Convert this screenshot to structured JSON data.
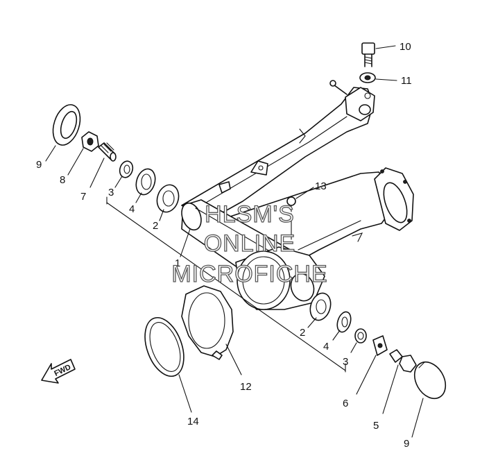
{
  "diagram": {
    "callouts": [
      {
        "id": "c10",
        "label": "10"
      },
      {
        "id": "c11",
        "label": "11"
      },
      {
        "id": "c13",
        "label": "13"
      },
      {
        "id": "c9a",
        "label": "9"
      },
      {
        "id": "c8",
        "label": "8"
      },
      {
        "id": "c7",
        "label": "7"
      },
      {
        "id": "c3a",
        "label": "3"
      },
      {
        "id": "c4a",
        "label": "4"
      },
      {
        "id": "c2a",
        "label": "2"
      },
      {
        "id": "c1",
        "label": "1"
      },
      {
        "id": "c2b",
        "label": "2"
      },
      {
        "id": "c4b",
        "label": "4"
      },
      {
        "id": "c3b",
        "label": "3"
      },
      {
        "id": "c6",
        "label": "6"
      },
      {
        "id": "c5",
        "label": "5"
      },
      {
        "id": "c9b",
        "label": "9"
      },
      {
        "id": "c12",
        "label": "12"
      },
      {
        "id": "c14",
        "label": "14"
      }
    ],
    "fwd_label": "FWD"
  },
  "watermark": {
    "line1": "HLSM'S",
    "line2": "ONLINE",
    "line3": "MICROFICHE"
  }
}
